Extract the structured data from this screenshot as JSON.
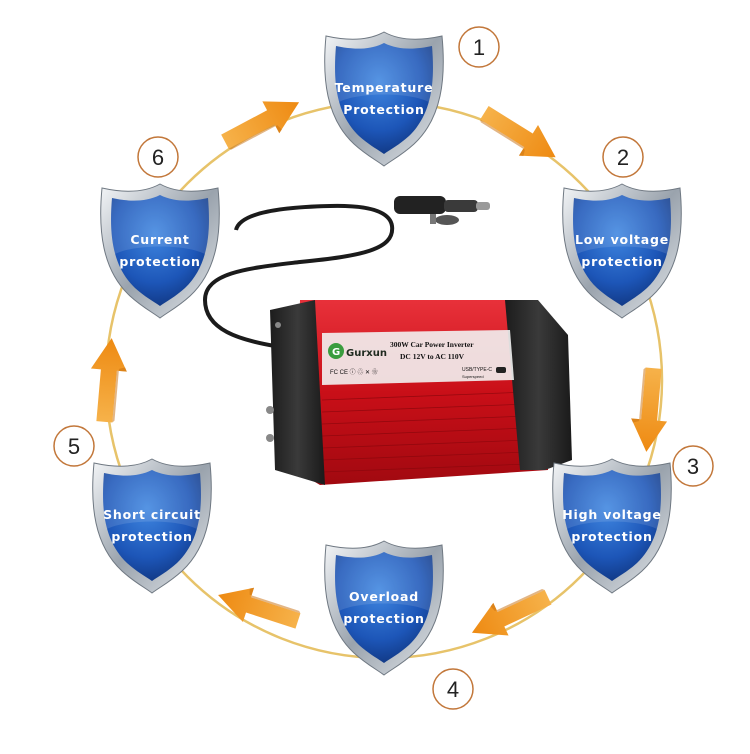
{
  "colors": {
    "circle": "#e7c36a",
    "arrow": "#f29a1d",
    "shield_blue": "#1f5fbf",
    "shield_dark": "#0b2c6e",
    "inverter_red": "#d0131c",
    "cap_black": "#2a2a2a"
  },
  "features": [
    {
      "number": "1",
      "line1": "Temperature",
      "line2": "Protection"
    },
    {
      "number": "2",
      "line1": "Low voltage",
      "line2": "protection"
    },
    {
      "number": "3",
      "line1": "High voltage",
      "line2": "protection"
    },
    {
      "number": "4",
      "line1": "Overload",
      "line2": "protection"
    },
    {
      "number": "5",
      "line1": "Short circuit",
      "line2": "protection"
    },
    {
      "number": "6",
      "line1": "Current",
      "line2": "protection"
    }
  ],
  "product": {
    "brand": "Gurxun",
    "title": "300W Car Power Inverter",
    "subtitle": "DC 12V to AC 110V",
    "port_label": "USB/TYPE-C",
    "port_sub": "Superspeed",
    "cert_marks": "FC CE ⓘ ♲ ✕ ❀"
  }
}
